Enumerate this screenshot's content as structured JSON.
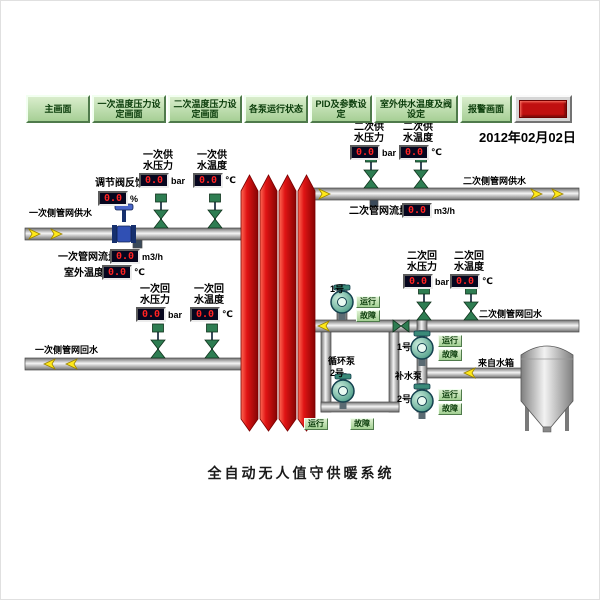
{
  "window": {
    "date": "2012年02月02日",
    "footer_title": "全自动无人值守供暖系统"
  },
  "nav": {
    "buttons": [
      {
        "label": "主画面"
      },
      {
        "label": "一次温度压力设定画面"
      },
      {
        "label": "二次温度压力设定画面"
      },
      {
        "label": "各泵运行状态"
      },
      {
        "label": "PID及参数设定"
      },
      {
        "label": "室外供水温度及阀设定"
      },
      {
        "label": "报警画面"
      }
    ]
  },
  "pipes": {
    "primary_supply": "一次侧管网供水",
    "primary_return": "一次侧管网回水",
    "secondary_supply": "二次侧管网供水",
    "secondary_return": "二次侧管网回水",
    "from_tank": "来自水箱"
  },
  "sensors": {
    "valve_feedback": {
      "label": "调节阀反馈",
      "value": "0.0",
      "unit": "%"
    },
    "p1_supply_press": {
      "label": "一次供水压力",
      "value": "0.0",
      "unit": "bar"
    },
    "p1_supply_temp": {
      "label": "一次供水温度",
      "value": "0.0",
      "unit": "℃"
    },
    "p1_flow": {
      "label": "一次管网流量",
      "value": "0.0",
      "unit": "m3/h"
    },
    "outdoor_temp": {
      "label": "室外温度",
      "value": "0.0",
      "unit": "℃"
    },
    "p1_return_press": {
      "label": "一次回水压力",
      "value": "0.0",
      "unit": "bar"
    },
    "p1_return_temp": {
      "label": "一次回水温度",
      "value": "0.0",
      "unit": "℃"
    },
    "p2_supply_press": {
      "label": "二次供水压力",
      "value": "0.0",
      "unit": "bar"
    },
    "p2_supply_temp": {
      "label": "二次供水温度",
      "value": "0.0",
      "unit": "℃"
    },
    "p2_flow": {
      "label": "二次管网流量",
      "value": "0.0",
      "unit": "m3/h"
    },
    "p2_return_press": {
      "label": "二次回水压力",
      "value": "0.0",
      "unit": "bar"
    },
    "p2_return_temp": {
      "label": "二次回水温度",
      "value": "0.0",
      "unit": "℃"
    }
  },
  "pumps": {
    "circulation": {
      "group_label": "循环泵",
      "pump1": {
        "name": "1号",
        "run": "运行",
        "fault": "故障"
      },
      "pump2": {
        "name": "2号",
        "run": "运行",
        "fault": "故障"
      }
    },
    "makeup": {
      "group_label": "补水泵",
      "pump1": {
        "name": "1号",
        "run": "运行",
        "fault": "故障"
      },
      "pump2": {
        "name": "2号",
        "run": "运行",
        "fault": "故障"
      }
    }
  },
  "colors": {
    "button_green": "#b9d9a9",
    "button_text_green": "#0a3c0a",
    "lcd_background": "#06061e",
    "lcd_text_red": "#ff2222",
    "alarm_red": "#c01010",
    "exchanger_red": "#dd1515",
    "pipe_gray": "#bdbdbd",
    "arrow_yellow": "#ffe81a"
  }
}
